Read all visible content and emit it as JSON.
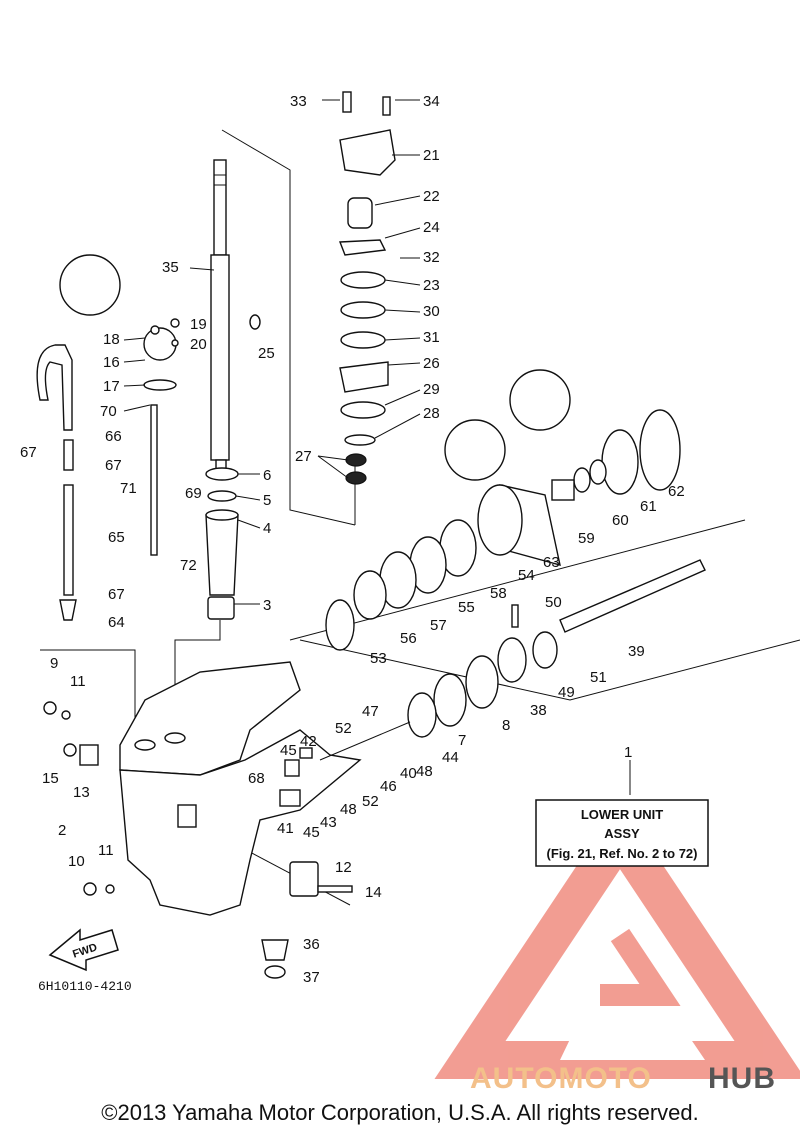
{
  "diagram": {
    "id": "6H10110-4210",
    "fwd_label": "FWD",
    "assy_box": {
      "ref": "1",
      "title_line1": "LOWER UNIT",
      "title_line2": "ASSY",
      "note": "(Fig. 21, Ref. No. 2 to 72)"
    },
    "callouts": [
      "2",
      "3",
      "4",
      "5",
      "6",
      "7",
      "8",
      "9",
      "10",
      "11",
      "11",
      "12",
      "13",
      "14",
      "15",
      "16",
      "17",
      "18",
      "19",
      "20",
      "21",
      "22",
      "23",
      "24",
      "25",
      "26",
      "27",
      "28",
      "29",
      "30",
      "31",
      "32",
      "33",
      "34",
      "35",
      "36",
      "37",
      "38",
      "39",
      "40",
      "41",
      "42",
      "43",
      "44",
      "45",
      "45",
      "46",
      "47",
      "48",
      "48",
      "49",
      "50",
      "51",
      "52",
      "52",
      "53",
      "54",
      "55",
      "56",
      "57",
      "58",
      "59",
      "60",
      "61",
      "62",
      "63",
      "64",
      "65",
      "66",
      "67",
      "67",
      "67",
      "68",
      "69",
      "70",
      "71",
      "72"
    ]
  },
  "watermark": {
    "brand_part1": "AUTOMOTO",
    "brand_part2": "HUB",
    "color_primary": "#f08c80",
    "color_secondary": "#f3c08a",
    "color_text_dark": "#555555"
  },
  "footer": {
    "copyright": "©2013 Yamaha Motor Corporation, U.S.A. All rights reserved."
  }
}
